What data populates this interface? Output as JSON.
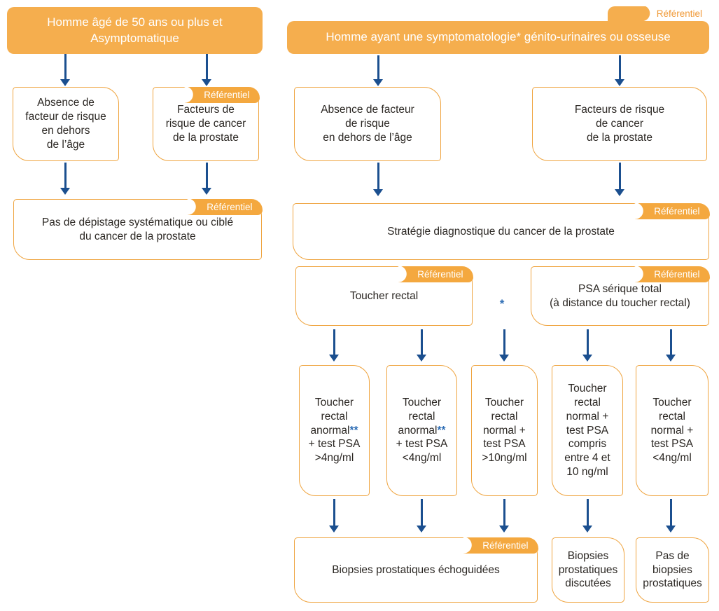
{
  "palette": {
    "orange_fill": "#F5AE4E",
    "orange_border": "#EFA43F",
    "tag_orange": "#F4A83F",
    "arrow_blue": "#1B4F8F",
    "footnote_blue": "#2F6EB5",
    "text_color": "#2B2723"
  },
  "tag_label": "Référentiel",
  "left_flow": {
    "header": "Homme âgé de 50 ans ou plus et\nAsymptomatique",
    "no_risk_box": "Absence de\nfacteur de risque\nen dehors\nde l’âge",
    "risk_box": "Facteurs de\nrisque de cancer\nde la prostate",
    "outcome_box": "Pas de dépistage systématique ou ciblé\ndu cancer de la prostate"
  },
  "right_flow": {
    "header": "Homme ayant une symptomatologie* génito-urinaires ou osseuse",
    "no_risk_box": "Absence de facteur\nde risque\nen dehors de l’âge",
    "risk_box": "Facteurs de risque\nde cancer\nde la prostate",
    "strategy_box": "Stratégie diagnostique du cancer de la prostate",
    "dre_box": "Toucher rectal",
    "psa_box": "PSA sérique total\n(à distance du toucher rectal)",
    "footnote_star": "*",
    "results": [
      {
        "pre": "Toucher\nrectal\nanormal",
        "stars": "**",
        "post": "\n+ test PSA\n>4ng/ml"
      },
      {
        "pre": "Toucher\nrectal\nanormal",
        "stars": "**",
        "post": "\n+ test PSA\n<4ng/ml"
      },
      {
        "pre": "Toucher\nrectal\nnormal +\ntest PSA\n>10ng/ml",
        "stars": "",
        "post": ""
      },
      {
        "pre": "Toucher\nrectal\nnormal +\ntest PSA\ncompris\nentre 4 et\n10 ng/ml",
        "stars": "",
        "post": ""
      },
      {
        "pre": "Toucher\nrectal\nnormal +\ntest PSA\n<4ng/ml",
        "stars": "",
        "post": ""
      }
    ],
    "biopsy_box": "Biopsies prostatiques échoguidées",
    "biopsy_discussed_box": "Biopsies\nprostatiques\ndiscutées",
    "no_biopsy_box": "Pas de\nbiopsies\nprostatiques"
  }
}
